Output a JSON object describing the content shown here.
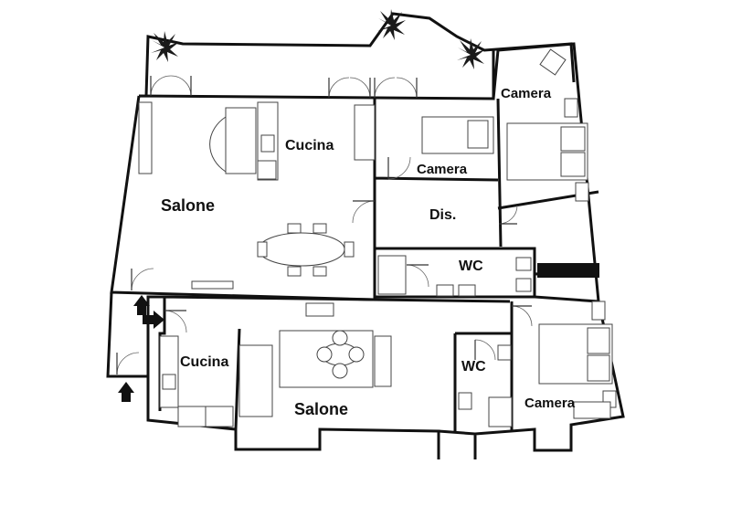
{
  "plan": {
    "rooms": [
      {
        "label": "Camera"
      },
      {
        "label": "Cucina"
      },
      {
        "label": "Camera"
      },
      {
        "label": "Salone"
      },
      {
        "label": "Dis."
      },
      {
        "label": "WC"
      },
      {
        "label": "Cucina"
      },
      {
        "label": "WC"
      },
      {
        "label": "Salone"
      },
      {
        "label": "Camera"
      }
    ],
    "colors": {
      "wall": "#111111",
      "background": "#ffffff",
      "furniture_stroke": "#444444"
    }
  }
}
